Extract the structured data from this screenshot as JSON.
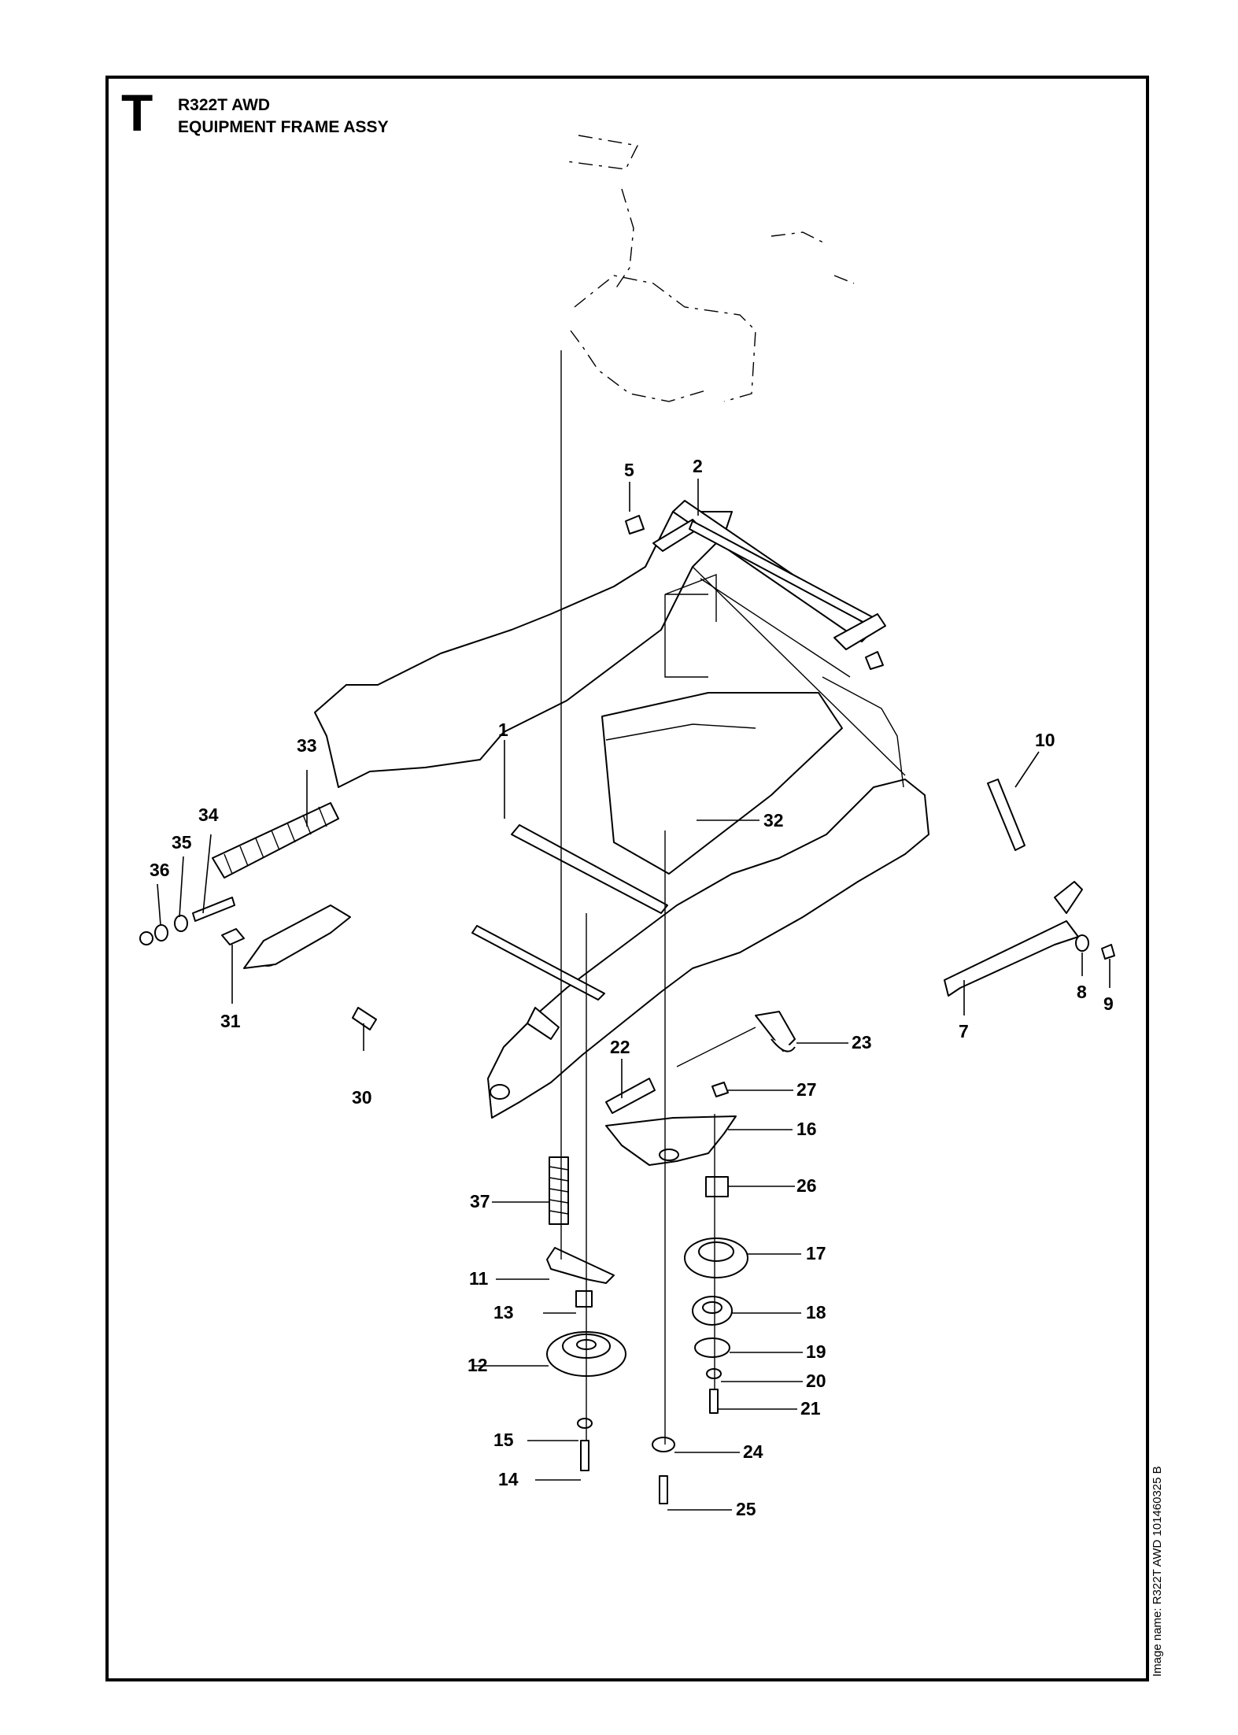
{
  "header": {
    "section_letter": "T",
    "model": "R322T AWD",
    "assembly": "EQUIPMENT FRAME ASSY"
  },
  "footer": {
    "image_name": "Image name: R322T AWD 101460325 B"
  },
  "callouts": [
    "1",
    "2",
    "5",
    "7",
    "8",
    "9",
    "10",
    "11",
    "12",
    "13",
    "14",
    "15",
    "16",
    "17",
    "18",
    "19",
    "20",
    "21",
    "22",
    "23",
    "24",
    "25",
    "26",
    "27",
    "30",
    "31",
    "32",
    "33",
    "34",
    "35",
    "36",
    "37"
  ]
}
